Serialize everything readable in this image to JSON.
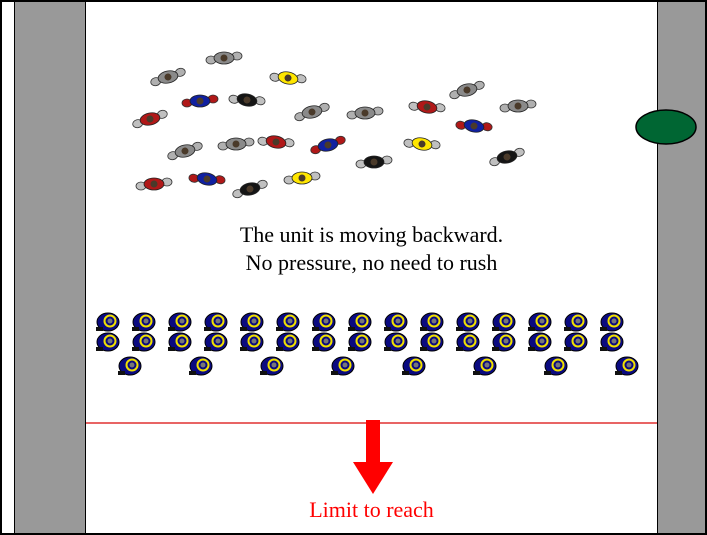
{
  "caption": {
    "line1": "The unit is moving backward.",
    "line2": "No pressure, no need to rush"
  },
  "limit": {
    "label": "Limit  to reach",
    "line_color": "#e03030",
    "arrow_color": "#ff0000",
    "label_color": "#ff0000"
  },
  "colors": {
    "wall": "#999999",
    "field": "#ffffff",
    "marker": "#006633",
    "police_body": "#0a0a80",
    "police_helmet": "#f0e000"
  },
  "crowd_colors": [
    "gray",
    "red",
    "blue",
    "black",
    "yellow"
  ],
  "police_line": {
    "front_row_count": 15,
    "back_row_count": 8
  }
}
